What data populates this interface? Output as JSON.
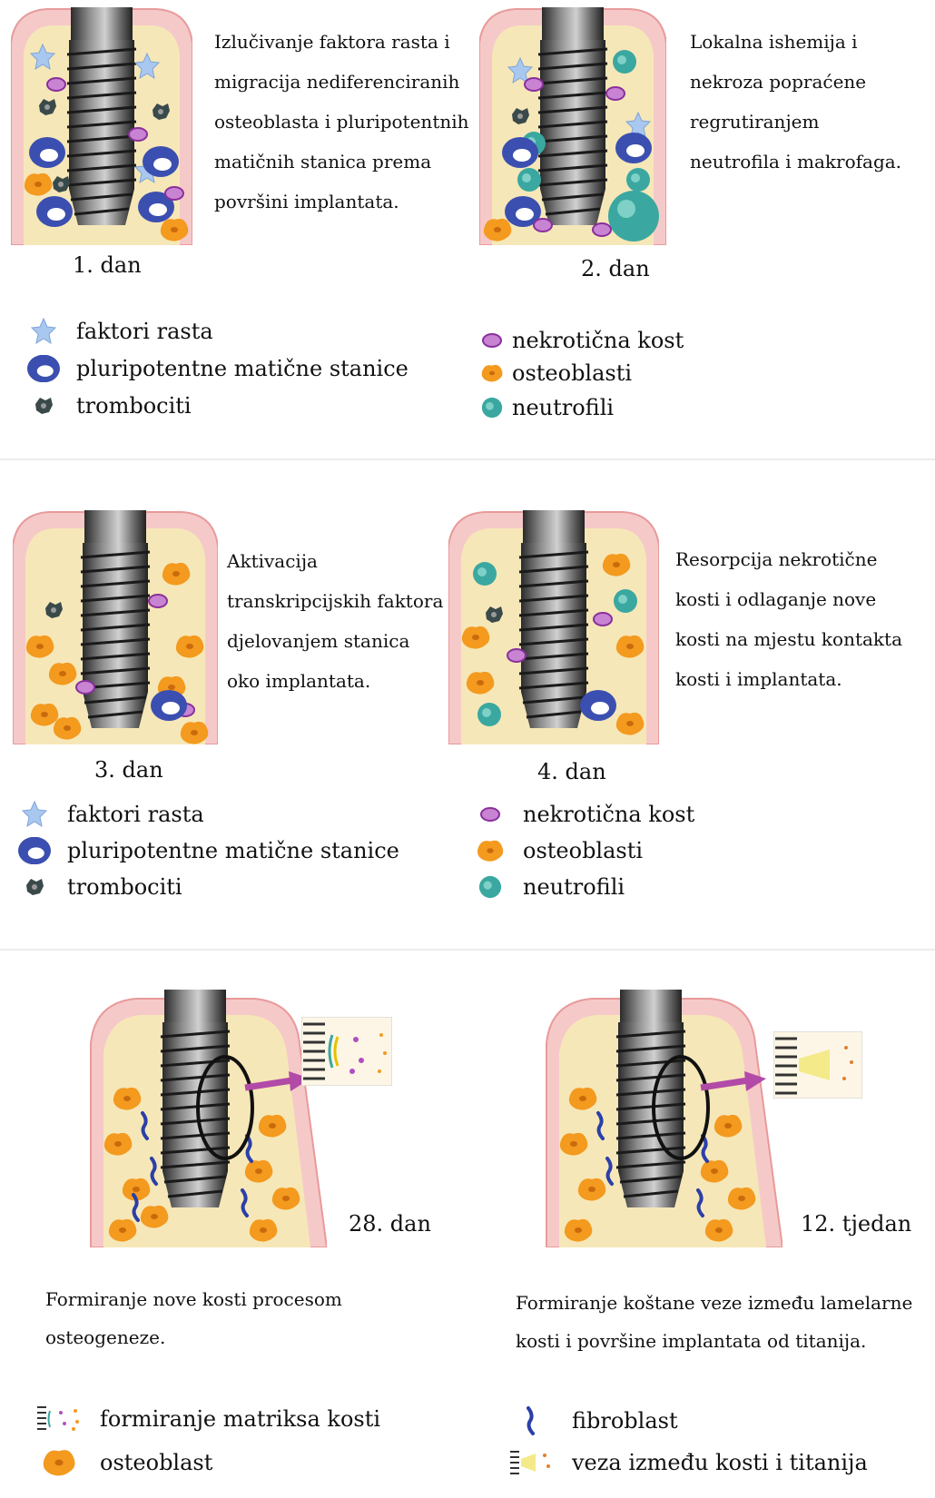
{
  "section1": {
    "day1": {
      "label": "1. dan",
      "text": [
        "Izlučivanje faktora rasta i",
        "migracija nediferenciranih",
        "osteoblasta i pluripotentnih",
        "matičnih stanica prema",
        "površini implantata."
      ]
    },
    "day2": {
      "label": "2. dan",
      "text": [
        "Lokalna ishemija i",
        "nekroza popraćene",
        "regrutiranjem",
        "neutrofila i makrofaga."
      ]
    },
    "legend_left": [
      "faktori rasta",
      "pluripotentne matične stanice",
      "trombociti"
    ],
    "legend_right": [
      "nekrotična kost",
      "osteoblasti",
      "neutrofili"
    ]
  },
  "section2": {
    "day3": {
      "label": "3. dan",
      "text": [
        "Aktivacija",
        "transkripcijskih faktora",
        "djelovanjem stanica",
        "oko implantata."
      ]
    },
    "day4": {
      "label": "4. dan",
      "text": [
        "Resorpcija nekrotične",
        "kosti i odlaganje nove",
        "kosti na mjestu kontakta",
        "kosti i implantata."
      ]
    },
    "legend_left": [
      "faktori rasta",
      "pluripotentne matične stanice",
      "trombociti"
    ],
    "legend_right": [
      "nekrotična kost",
      "osteoblasti",
      "neutrofili"
    ]
  },
  "section3": {
    "day28": {
      "label": "28. dan",
      "text": [
        "Formiranje nove kosti procesom",
        "osteogeneze."
      ]
    },
    "week12": {
      "label": "12. tjedan",
      "text": [
        "Formiranje koštane veze između lamelarne",
        "kosti i površine implantata od titanija."
      ]
    },
    "legend_left": [
      "formiranje matriksa kosti",
      "osteoblast"
    ],
    "legend_right": [
      "fibroblast",
      "veza između kosti i titanija"
    ]
  },
  "colors": {
    "gum": "#f6c9c9",
    "gum_edge": "#e89a9a",
    "bone": "#f6e7b8",
    "implant_dark": "#2f2f2f",
    "implant_light": "#9a9a9a",
    "osteoblast": "#f39a1f",
    "stem_cell": "#3b4fb0",
    "necrotic": "#b04fc0",
    "neutrophil": "#3aa8a0",
    "growth_factor": "#a9c8f0",
    "arrow": "#b24aa8"
  }
}
